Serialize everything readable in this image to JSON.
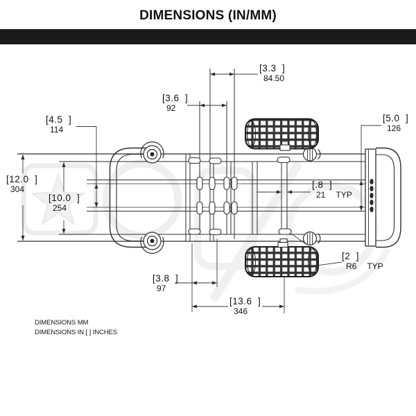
{
  "title": "DIMENSIONS (IN/MM)",
  "footer": {
    "line1": "DIMENSIONS MM",
    "line2": "DIMENSIONS IN [ ] INCHES"
  },
  "colors": {
    "header_bar": "#1b1b1b",
    "drawing_line": "#2d2d2d"
  },
  "dims": {
    "d3_3": {
      "in": "[3.3  ]",
      "mm": "84.50"
    },
    "d3_6": {
      "in": "[3.6  ]",
      "mm": "92"
    },
    "d4_5": {
      "in": "[4.5  ]",
      "mm": "114"
    },
    "d5_0": {
      "in": "[5.0  ]",
      "mm": "126"
    },
    "d12_0": {
      "in": "[12.0  ]",
      "mm": "304"
    },
    "d10_0": {
      "in": "[10.0  ]",
      "mm": "254"
    },
    "d0_8": {
      "in": "[.8  ]",
      "mm": "21",
      "suffix": "TYP"
    },
    "d2": {
      "in": "[2  ]",
      "mm": "R6",
      "suffix": "TYP"
    },
    "d3_8": {
      "in": "[3.8  ]",
      "mm": "97"
    },
    "d13_6": {
      "in": "[13.6  ]",
      "mm": "346"
    }
  }
}
